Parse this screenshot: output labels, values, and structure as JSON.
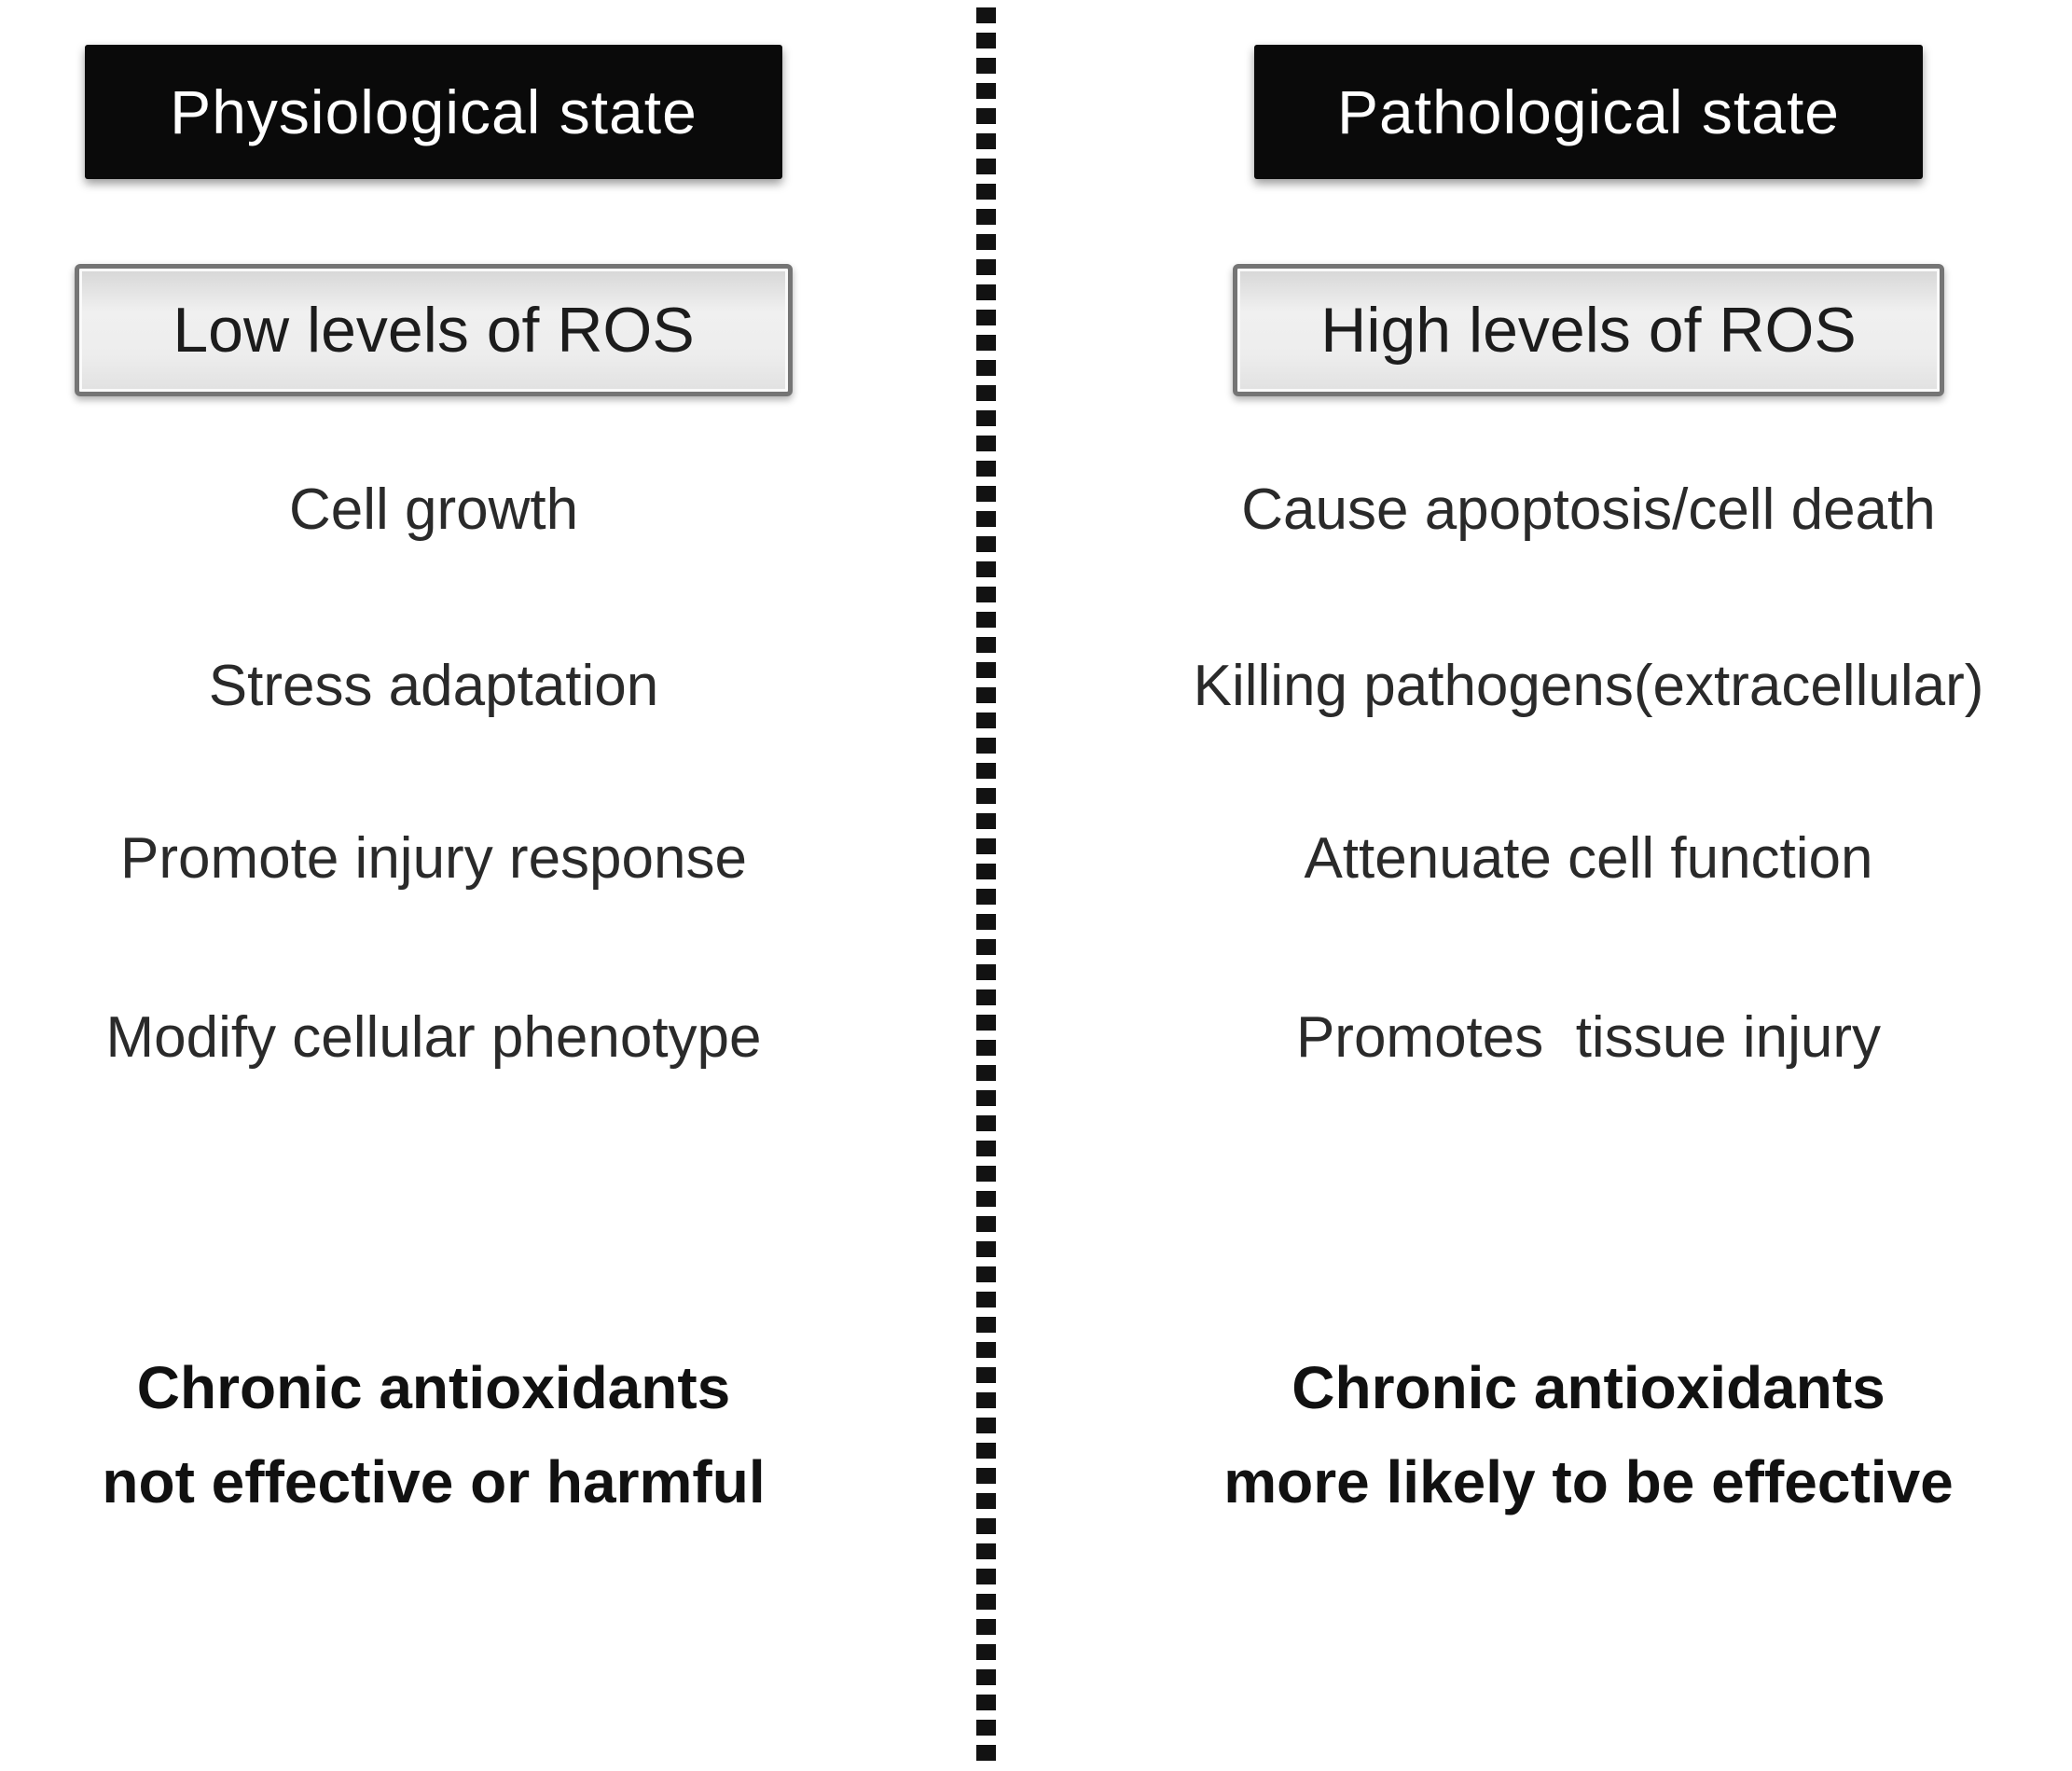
{
  "figure": {
    "type": "two-column comparison diagram",
    "background_color": "#ffffff",
    "divider_style": "vertical dotted line",
    "colors": {
      "header_bg": "#0a0a0a",
      "header_text": "#ffffff",
      "ros_box_bg": "#ececec",
      "ros_box_border": "#757575",
      "item_text": "#2a2a2a",
      "conclusion_text": "#111111",
      "divider_dot": "#121212"
    }
  },
  "columns": [
    {
      "id": "physiological",
      "header": "Physiological state",
      "ros_box": "Low levels of ROS",
      "items": [
        "Cell growth",
        "Stress adaptation",
        "Promote injury response",
        "Modify cellular phenotype"
      ],
      "conclusion_lines": [
        "Chronic antioxidants",
        "not effective or harmful"
      ]
    },
    {
      "id": "pathological",
      "header": "Pathological state",
      "ros_box": "High levels of ROS",
      "items": [
        "Cause apoptosis/cell death",
        "Killing pathogens(extracellular)",
        "Attenuate cell function",
        "Promotes  tissue injury"
      ],
      "conclusion_lines": [
        "Chronic antioxidants",
        "more likely to be effective"
      ]
    }
  ]
}
